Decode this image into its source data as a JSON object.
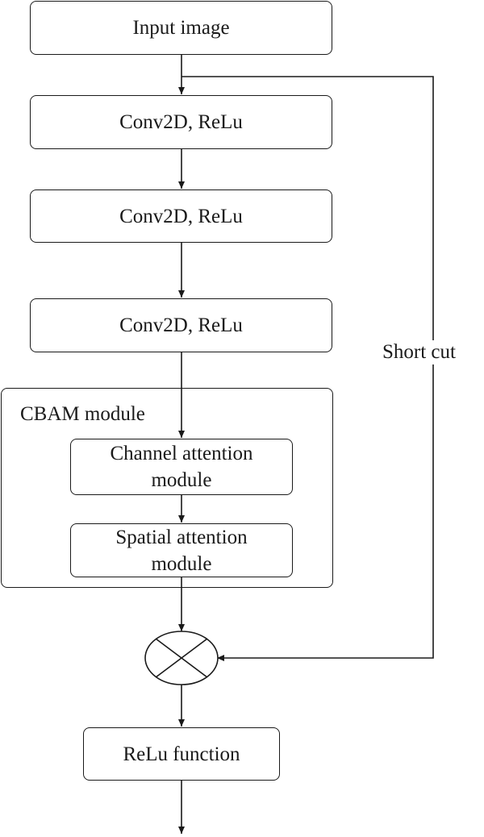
{
  "nodes": {
    "input": "Input image",
    "conv1": "Conv2D, ReLu",
    "conv2": "Conv2D, ReLu",
    "conv3": "Conv2D, ReLu",
    "cbam_title": "CBAM module",
    "channel_attention": [
      "Channel attention",
      "module"
    ],
    "spatial_attention": [
      "Spatial attention",
      "module"
    ],
    "relu": "ReLu function"
  },
  "edges": {
    "shortcut_label": "Short cut"
  },
  "colors": {
    "stroke": "#1a1a1a",
    "background": "#ffffff"
  }
}
